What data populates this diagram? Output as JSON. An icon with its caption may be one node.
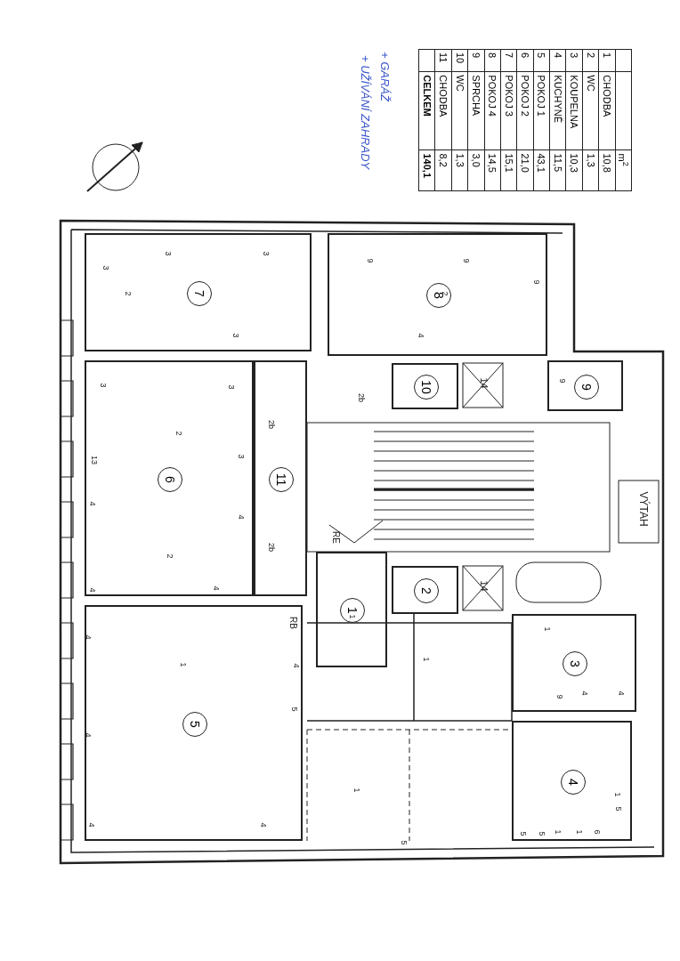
{
  "diagram": {
    "nodes": [
      {
        "text": [
          "7"
        ]
      },
      {
        "text": [
          "8"
        ]
      },
      {
        "text": [
          "6"
        ]
      },
      {
        "text": [
          "11"
        ]
      },
      {
        "text": [
          "10"
        ]
      },
      {
        "text": [
          "9"
        ]
      },
      {
        "text": [
          "1"
        ]
      },
      {
        "text": [
          "2"
        ]
      },
      {
        "text": [
          "3"
        ]
      },
      {
        "text": [
          "5"
        ]
      },
      {
        "text": [
          "4"
        ]
      }
    ],
    "edges": [],
    "labels": [
      "+ GARÁŽ",
      "+ UŽÍVÁNÍ ZAHRADY",
      "m$^{2}$",
      "1",
      "CHODBA",
      "10,8",
      "2",
      "WC",
      "1,3",
      "3",
      "KOUPELNA",
      "10,3",
      "4",
      "KUCHYNĚ",
      "11,5",
      "5",
      "POKOJ 1",
      "43,1",
      "6",
      "POKOJ 2",
      "21,0",
      "7",
      "POKOJ 3",
      "15,1",
      "8",
      "POKOJ 4",
      "14,5",
      "9",
      "SPRCHA",
      "3,0",
      "10",
      "WC",
      "1,3",
      "11",
      "CHODBA",
      "8,2",
      "CELKEM",
      "140,1",
      "VÝTAH",
      "RE",
      "RB",
      "14",
      "14",
      "3",
      "3",
      "3",
      "2",
      "3",
      "9",
      "9",
      "9",
      "2",
      "4",
      "3",
      "3",
      "2",
      "3",
      "13",
      "4",
      "4",
      "2",
      "4",
      "4",
      "2b",
      "2b",
      "2b",
      "9",
      "1",
      "1",
      "4",
      "4",
      "4",
      "4",
      "4",
      "5",
      "1",
      "9",
      "4",
      "4",
      "1",
      "5",
      "5",
      "5",
      "1",
      "1",
      "6",
      "1",
      "1",
      "5"
    ]
  }
}
